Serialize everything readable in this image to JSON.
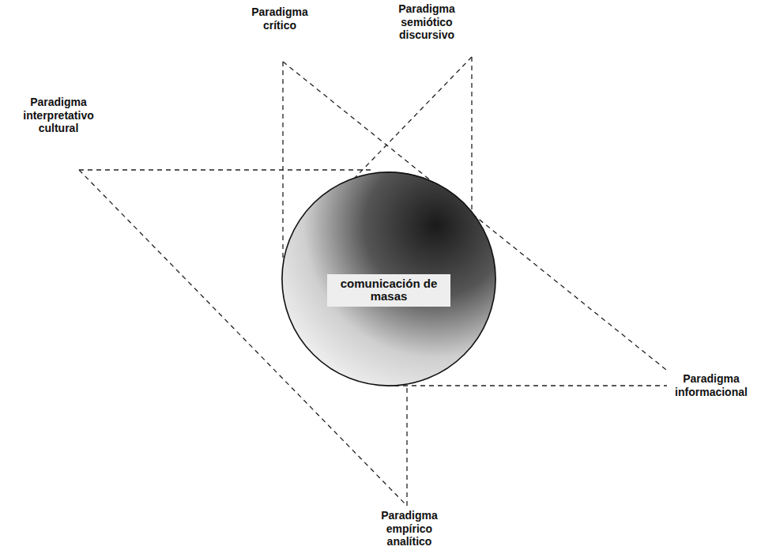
{
  "diagram": {
    "nodes": [
      {
        "text": [
          "comunicación de masas"
        ]
      }
    ],
    "labels": [
      "Paradigma crítico",
      "Paradigma semiótico discursivo",
      "Paradigma interpretativo cultural",
      "Paradigma informacional",
      "Paradigma empírico analítico"
    ]
  }
}
